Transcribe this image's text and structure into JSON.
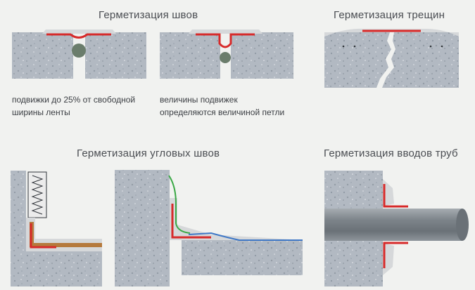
{
  "titles": {
    "seams": "Герметизация швов",
    "cracks": "Герметизация трещин",
    "corner_seams": "Герметизация угловых швов",
    "pipe_entries": "Герметизация вводов труб"
  },
  "captions": {
    "left": [
      "подвижки до 25% от свободной",
      "ширины ленты"
    ],
    "right": [
      "величины подвижек",
      "определяются величиной петли"
    ]
  },
  "colors": {
    "concrete": "#b2b9c2",
    "concrete_dark": "#8f98a3",
    "tape": "#d72a2a",
    "sealant_fill": "#d6d8da",
    "cord": "#6b7d6c",
    "green_line": "#3aa845",
    "blue_line": "#3f78c6",
    "brown_board": "#b57a3d",
    "pipe": "#8e959b"
  }
}
